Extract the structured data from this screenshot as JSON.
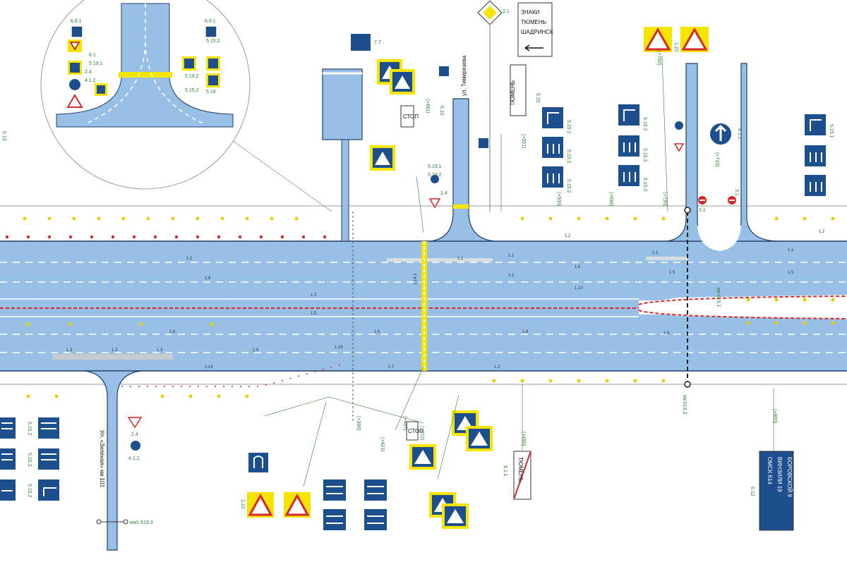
{
  "colors": {
    "road": "#98c0e6",
    "road_edge": "#1f3f66",
    "marking": "#ffffff",
    "red_barrier": "#d62828",
    "post": "#e8d000",
    "sign_yellow": "#f5e400",
    "sign_blue": "#1d4f8f",
    "label_green": "#2e7d32"
  },
  "inset": {
    "left_codes": [
      "6.1",
      "5.19.1",
      "2.4",
      "4.1.2"
    ],
    "right_codes": [
      "5.19.2",
      "5.15.2",
      "5.15.2",
      "5.16"
    ],
    "top_codes": [
      "6.8.1",
      "6.8.1"
    ]
  },
  "street_names": {
    "top_street": "ул. Тимирязева",
    "tyumen_sign": "ТЮМЕНЬ",
    "tyumen_sign_crossed": "ТЮМЕНЬ",
    "bottom_street": "Ул. «Зелёная» км 103",
    "large_sign_lines": [
      "БОРОВСКОЙ 9",
      "ВИНЗИЛИ 19",
      "ОМСК 614"
    ],
    "direction_sign_lines": [
      "ЗНАКИ",
      "ТЮМЕНЬ",
      "ШАДРИНСК"
    ]
  },
  "sign_codes": {
    "priority_top": "2.1",
    "pedestrian_top_left": "7.7",
    "ped_signs_a": "5.19.1",
    "ped_signs_b": "5.19.2",
    "stop_sign_top": "СТОП",
    "stop_sign_bottom": "СТОП",
    "give_way_a": "2.4",
    "give_way_b": "2.4",
    "round_a": "4.1.2",
    "round_b": "4.1.2",
    "round_top_right": "4.1.1",
    "no_entry_a": "3.1",
    "no_entry_b": "3.1",
    "lane_sign": "5.15.2",
    "lane_sign_turn": "5.15.1",
    "warning_top_right": "1.22",
    "warning_bottom_left": "1.22",
    "distance_sign": "8.1.1",
    "sign_6_10": "6.10",
    "sign_6_13": "6.13",
    "sign_6_12": "6.12",
    "sign_5_20": "5.20"
  },
  "lane_marks": {
    "m11": "1.1",
    "m13": "1.3",
    "m15": "1.5",
    "m16": "1.6",
    "m17": "1.7",
    "m18": "1.8",
    "m114": "1.14.1",
    "m110": "1.10",
    "m12": "1.2",
    "m119": "1.19",
    "m116": "1.16"
  },
  "distances": {
    "d1": "(+396)",
    "d2": "(+421)",
    "d3": "(+472)",
    "d4": "(+467)",
    "d5": "(+481)",
    "d6": "(+495)",
    "d7": "(+500)",
    "d8": "(+551)",
    "d9": "(+698)",
    "d10": "(+710)",
    "d11": "(+730)",
    "d12": "(+750)",
    "d13": "(+860)",
    "km": "км 619.1",
    "km_bottom": "км/с 619.3",
    "km_right": "км 619,3"
  }
}
